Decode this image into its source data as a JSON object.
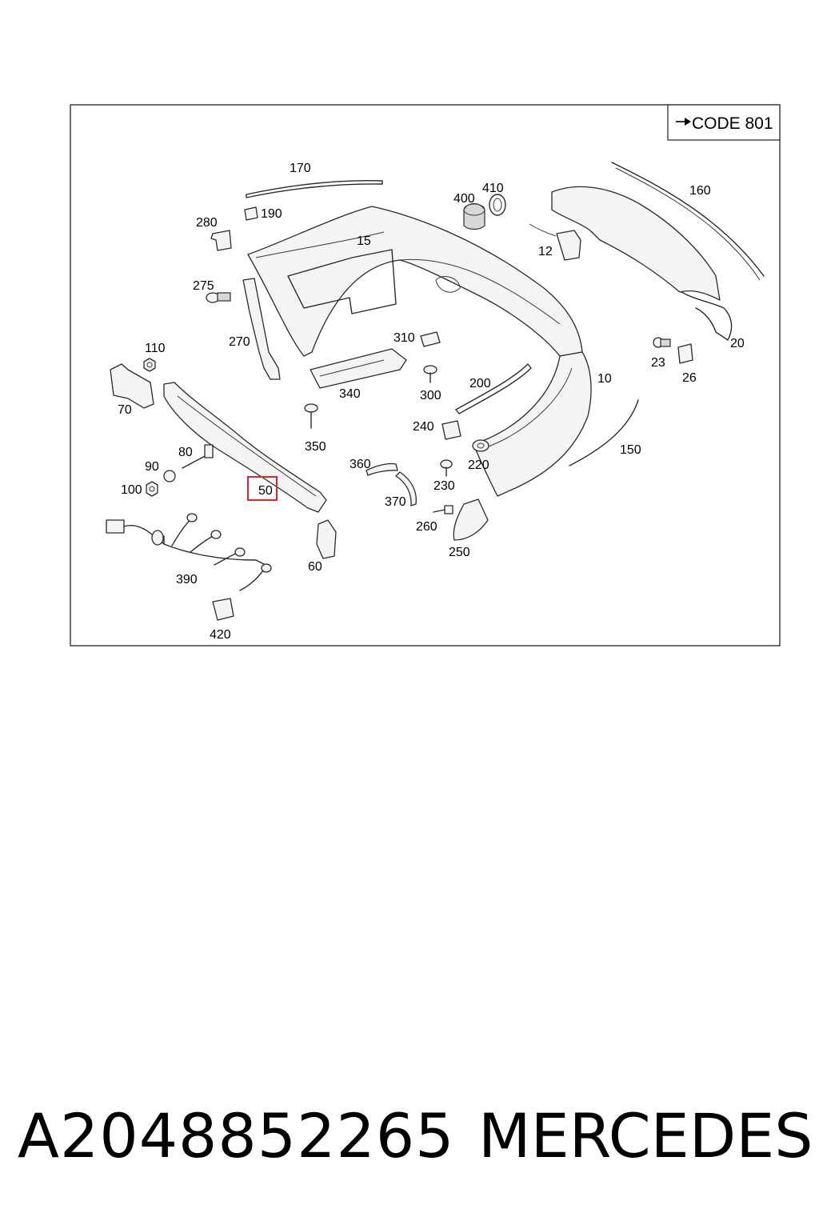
{
  "diagram": {
    "code_label": "CODE 801",
    "code_arrow_icon": "right-arrow-icon",
    "highlighted_callout": "50",
    "callouts": {
      "c170": "170",
      "c190": "190",
      "c280": "280",
      "c15": "15",
      "c400": "400",
      "c410": "410",
      "c160": "160",
      "c12": "12",
      "c275": "275",
      "c270": "270",
      "c310": "310",
      "c110": "110",
      "c340": "340",
      "c300": "300",
      "c200": "200",
      "c10": "10",
      "c23": "23",
      "c26": "26",
      "c20": "20",
      "c70": "70",
      "c350": "350",
      "c240": "240",
      "c80": "80",
      "c90": "90",
      "c220": "220",
      "c150": "150",
      "c360": "360",
      "c100": "100",
      "c50": "50",
      "c230": "230",
      "c370": "370",
      "c260": "260",
      "c60": "60",
      "c250": "250",
      "c390": "390",
      "c420": "420"
    }
  },
  "footer": {
    "part_number": "A2048852265",
    "brand": "MERCEDES"
  }
}
